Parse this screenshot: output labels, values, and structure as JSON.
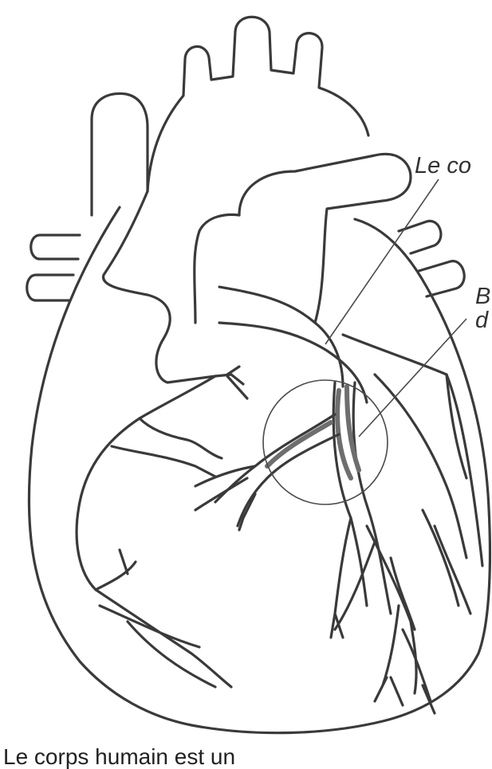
{
  "labels": {
    "top_right": "Le co",
    "mid_right_line1": "B",
    "mid_right_line2": "d"
  },
  "caption": "Le corps humain est un"
}
